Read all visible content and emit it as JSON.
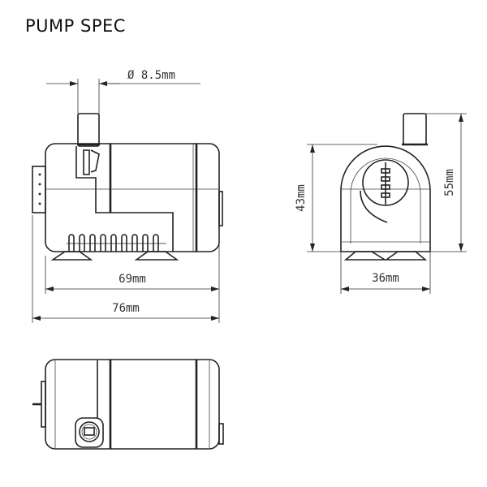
{
  "title": "PUMP SPEC",
  "dimensions": {
    "outlet_diameter": "Ø 8.5mm",
    "body_length": "69mm",
    "overall_length": "76mm",
    "body_height": "43mm",
    "overall_height": "55mm",
    "width": "36mm"
  }
}
